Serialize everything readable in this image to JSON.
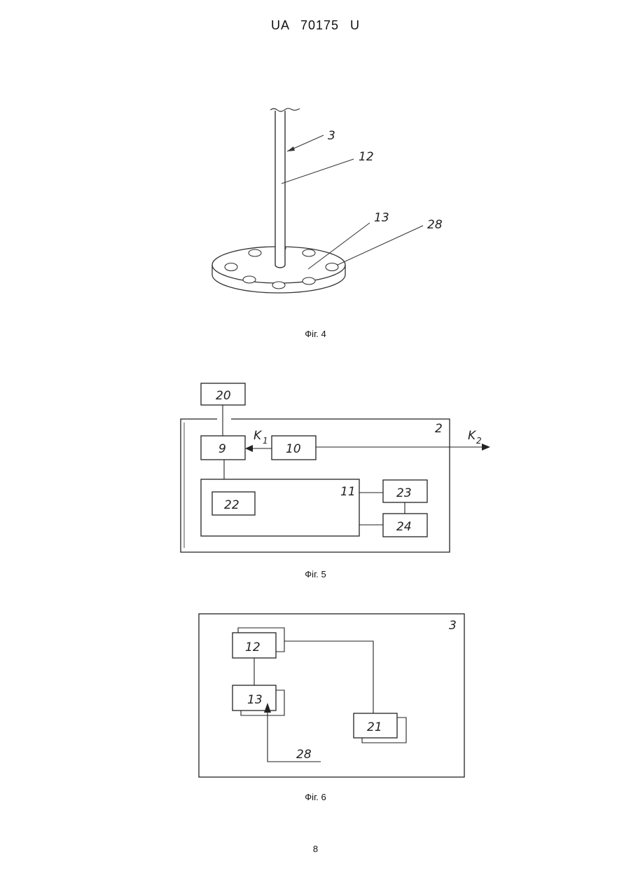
{
  "header": {
    "doc_id": "UA   70175   U"
  },
  "figures": [
    {
      "caption": "Фіг. 4",
      "labels": {
        "rod": "3",
        "sensor": "12",
        "disc": "13",
        "holes": "28"
      }
    },
    {
      "caption": "Фіг. 5",
      "labels": {
        "block_20": "20",
        "block_9": "9",
        "block_10": "10",
        "block_11": "11",
        "block_22": "22",
        "block_23": "23",
        "block_24": "24",
        "frame_2": "2",
        "k1": "K",
        "k1_sub": "1",
        "k2": "K",
        "k2_sub": "2"
      }
    },
    {
      "caption": "Фіг. 6",
      "labels": {
        "frame_3": "3",
        "block_12": "12",
        "block_13": "13",
        "block_21": "21",
        "line_28": "28"
      }
    }
  ],
  "page": {
    "number": "8"
  }
}
